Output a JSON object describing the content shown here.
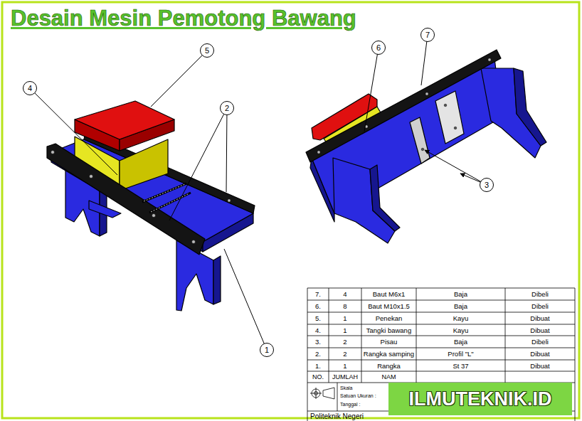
{
  "diagram": {
    "title": "Desain Mesin Pemotong Bawang",
    "nodes": [
      {
        "text": [
          "1"
        ]
      },
      {
        "text": [
          "2"
        ]
      },
      {
        "text": [
          "3"
        ]
      },
      {
        "text": [
          "4"
        ]
      },
      {
        "text": [
          "5"
        ]
      },
      {
        "text": [
          "6"
        ]
      },
      {
        "text": [
          "7"
        ]
      }
    ],
    "labels": [
      "7.",
      "4",
      "Baut M6x1",
      "Baja",
      "Dibeli",
      "6.",
      "8",
      "Baut M10x1.5",
      "Baja",
      "Dibeli",
      "5.",
      "1",
      "Penekan",
      "Kayu",
      "Dibuat",
      "4.",
      "1",
      "Tangki bawang",
      "Kayu",
      "Dibuat",
      "3.",
      "2",
      "Pisau",
      "Baja",
      "Dibeli",
      "2.",
      "2",
      "Rangka samping",
      "Profil \"L\"",
      "Dibuat",
      "1.",
      "1",
      "Rangka",
      "St 37",
      "Dibuat",
      "NO.",
      "JUMLAH",
      "NAM",
      "Skala",
      "Satuan Ukuran :",
      "Tanggal :",
      "Politeknik Negeri",
      "ILMUTEKNIK.ID"
    ]
  }
}
